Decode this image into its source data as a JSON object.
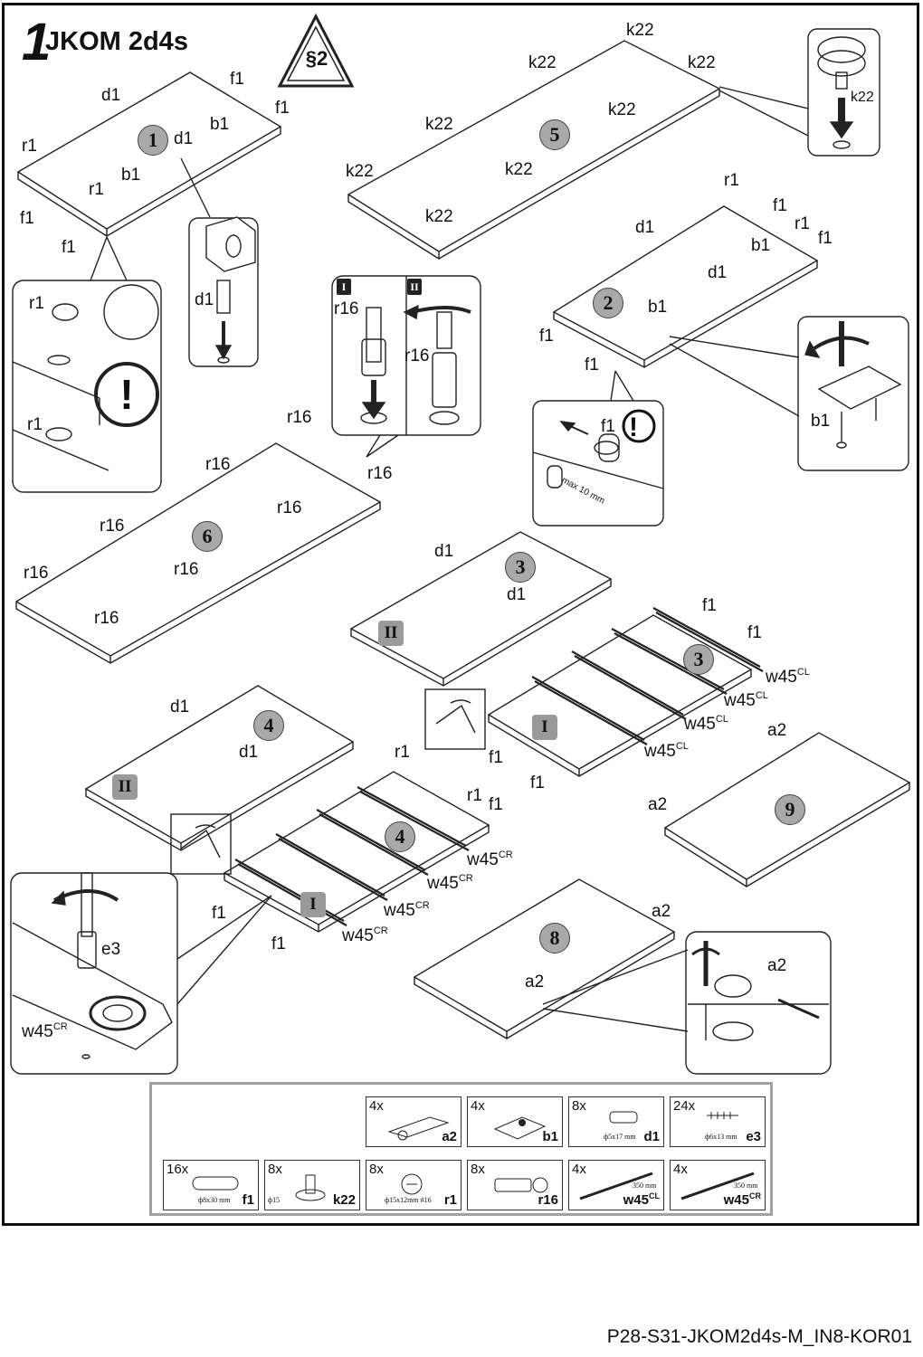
{
  "header": {
    "step_number": "1",
    "model": "JKOM 2d4s",
    "section_badge": "§2"
  },
  "panels": [
    {
      "number": "1",
      "labels": {
        "d1_a": "d1",
        "d1_b": "d1",
        "f1_a": "f1",
        "f1_b": "f1",
        "f1_c": "f1",
        "f1_d": "f1",
        "b1_a": "b1",
        "b1_b": "b1",
        "r1_a": "r1",
        "r1_b": "r1"
      }
    },
    {
      "number": "5",
      "label": "k22"
    },
    {
      "number": "2"
    },
    {
      "number": "6",
      "label": "r16"
    },
    {
      "number": "3"
    },
    {
      "number": "4"
    },
    {
      "number": "9"
    },
    {
      "number": "8"
    }
  ],
  "roman": {
    "one": "I",
    "two": "II"
  },
  "callouts": {
    "r1": "r1",
    "d1": "d1",
    "k22": "k22",
    "r16": "r16",
    "b1": "b1",
    "f1": "f1",
    "max": "max 10 mm",
    "e3": "e3",
    "a2": "a2"
  },
  "slides": {
    "w45_base": "w45",
    "cl": "CL",
    "cr": "CR"
  },
  "parts_list": [
    {
      "qty": "4x",
      "code": "a2",
      "code_sup": "",
      "dim": ""
    },
    {
      "qty": "4x",
      "code": "b1",
      "code_sup": "",
      "dim": ""
    },
    {
      "qty": "8x",
      "code": "d1",
      "code_sup": "",
      "dim": "ф5x17 mm"
    },
    {
      "qty": "24x",
      "code": "e3",
      "code_sup": "",
      "dim": "ф6x13 mm"
    },
    {
      "qty": "16x",
      "code": "f1",
      "code_sup": "",
      "dim": "ф8x30 mm"
    },
    {
      "qty": "8x",
      "code": "k22",
      "code_sup": "",
      "dim": "ф15"
    },
    {
      "qty": "8x",
      "code": "r1",
      "code_sup": "",
      "dim": "ф15x12mm #16"
    },
    {
      "qty": "8x",
      "code": "r16",
      "code_sup": "",
      "dim": ""
    },
    {
      "qty": "4x",
      "code": "w45",
      "code_sup": "CL",
      "dim": "350 mm"
    },
    {
      "qty": "4x",
      "code": "w45",
      "code_sup": "CR",
      "dim": "350 mm"
    }
  ],
  "footer": {
    "document_id": "P28-S31-JKOM2d4s-M_IN8-KOR01"
  }
}
